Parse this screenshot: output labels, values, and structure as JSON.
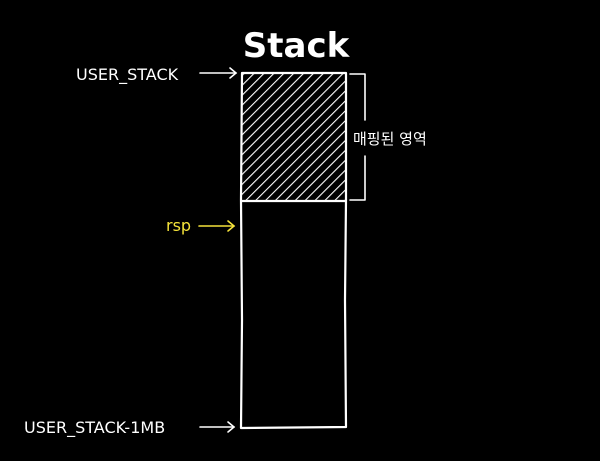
{
  "title": "Stack",
  "labels": {
    "top": "USER_STACK",
    "pointer": "rsp",
    "bottom": "USER_STACK-1MB",
    "mapped_region": "매핑된 영역"
  },
  "colors": {
    "background": "#000000",
    "stroke": "#ffffff",
    "pointer": "#f5e33a"
  }
}
